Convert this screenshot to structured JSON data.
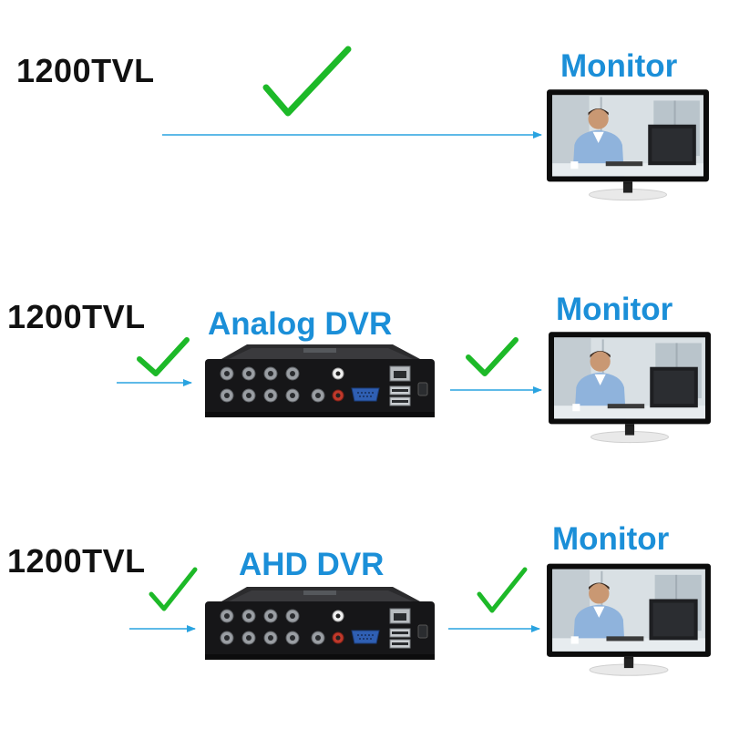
{
  "rows": [
    {
      "source_label": "1200TVL",
      "device_label": "",
      "display_label": "Monitor"
    },
    {
      "source_label": "1200TVL",
      "device_label": "Analog DVR",
      "display_label": "Monitor"
    },
    {
      "source_label": "1200TVL",
      "device_label": "AHD DVR",
      "display_label": "Monitor"
    }
  ],
  "colors": {
    "label_blue": "#1b8fd8",
    "arrow_blue": "#29a3e0",
    "check_green": "#1db928",
    "text_black": "#111111"
  },
  "icons": [
    "check-mark-icon",
    "arrow-icon",
    "monitor-icon",
    "dvr-device-icon"
  ]
}
